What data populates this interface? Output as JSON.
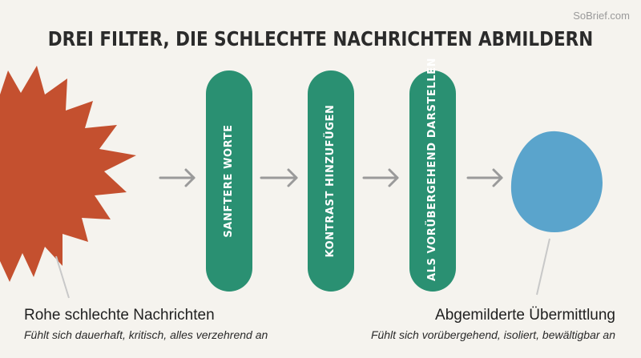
{
  "watermark": "SoBrief.com",
  "title": "DREI FILTER, DIE SCHLECHTE NACHRICHTEN ABMILDERN",
  "filters": [
    {
      "label": "SANFTERE WORTE"
    },
    {
      "label": "KONTRAST HINZUFÜGEN"
    },
    {
      "label": "ALS VORÜBERGEHEND DARSTELLEN"
    }
  ],
  "input": {
    "title": "Rohe schlechte Nachrichten",
    "subtitle": "Fühlt sich dauerhaft, kritisch, alles verzehrend an"
  },
  "output": {
    "title": "Abgemilderte Übermittlung",
    "subtitle": "Fühlt sich vorübergehend, isoliert, bewältigbar an"
  },
  "colors": {
    "background": "#f5f3ee",
    "burst": "#c4502f",
    "pill": "#2a9072",
    "circle": "#5aa4cc",
    "arrow": "#9a9a9a"
  }
}
